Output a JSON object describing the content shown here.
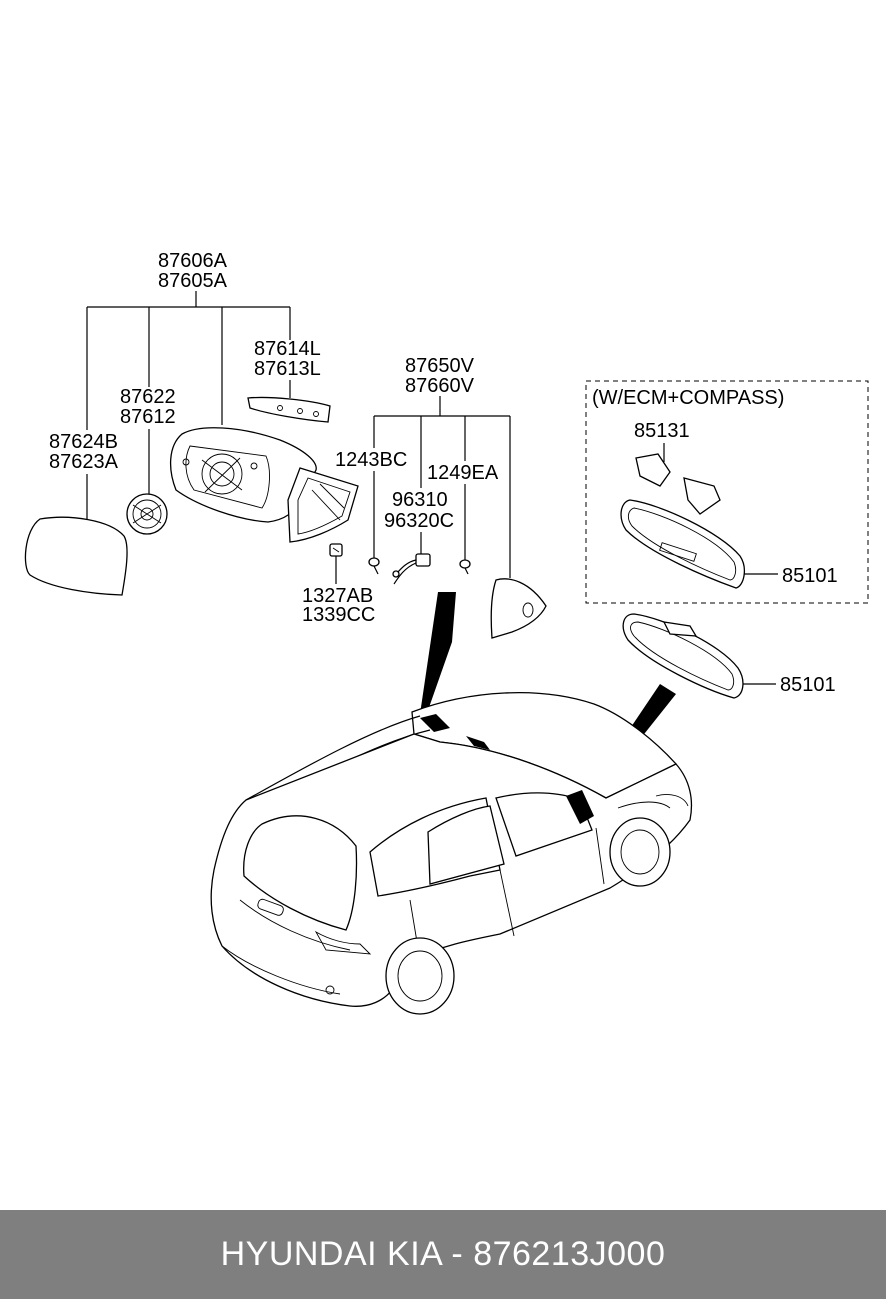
{
  "labels": {
    "l1": "87606A",
    "l2": "87605A",
    "l3": "87614L",
    "l4": "87613L",
    "l5": "87622",
    "l6": "87612",
    "l7": "87624B",
    "l8": "87623A",
    "l9": "87650V",
    "l10": "87660V",
    "l11": "1243BC",
    "l12": "1249EA",
    "l13": "96310",
    "l14": "96320C",
    "l15": "1327AB",
    "l16": "1339CC",
    "l17": "(W/ECM+COMPASS)",
    "l18": "85131",
    "l19": "85101",
    "l20": "85101"
  },
  "footer": {
    "text": "HYUNDAI KIA - 876213J000"
  },
  "colors": {
    "footer_bg": "#7f7f7f",
    "footer_text": "#ffffff",
    "line": "#000000"
  }
}
